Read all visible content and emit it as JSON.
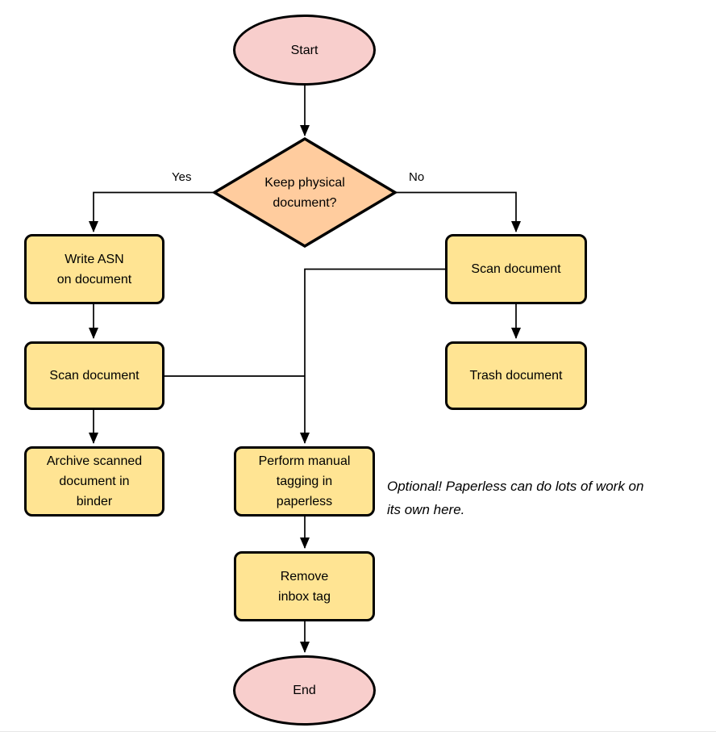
{
  "diagram": {
    "colors": {
      "terminal_fill": "#F8CECC",
      "decision_fill": "#FFCC9E",
      "process_fill": "#FFE493",
      "stroke": "#000000"
    },
    "nodes": {
      "start": {
        "label": "Start"
      },
      "decision": {
        "label": "Keep physical\ndocument?"
      },
      "write_asn": {
        "label": "Write ASN\non document"
      },
      "scan_left": {
        "label": "Scan document"
      },
      "archive": {
        "label": "Archive scanned\ndocument in\nbinder"
      },
      "scan_right": {
        "label": "Scan document"
      },
      "trash": {
        "label": "Trash document"
      },
      "tagging": {
        "label": "Perform manual\ntagging in\npaperless"
      },
      "remove_inbox": {
        "label": "Remove\ninbox tag"
      },
      "end": {
        "label": "End"
      }
    },
    "edge_labels": {
      "yes": "Yes",
      "no": "No"
    },
    "annotation": "Optional! Paperless can do lots of work on\nits own here."
  }
}
